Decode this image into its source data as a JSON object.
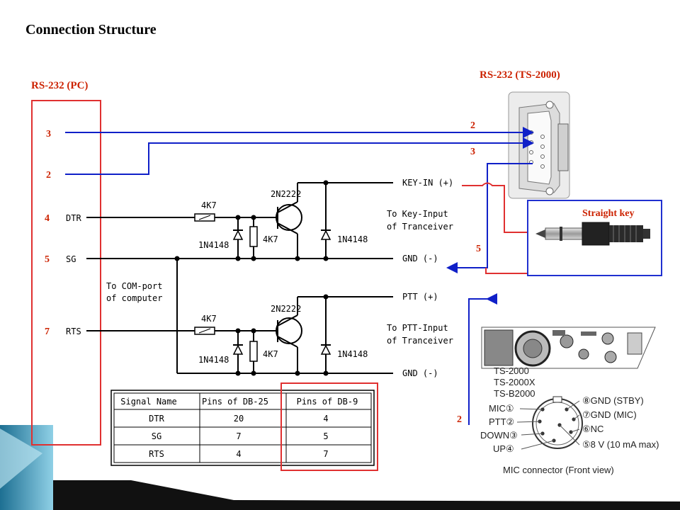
{
  "title": "Connection Structure",
  "pc_port": {
    "label": "RS-232 (PC)",
    "pins": [
      "3",
      "2",
      "4",
      "5",
      "7"
    ]
  },
  "radio_port": {
    "label": "RS-232 (TS-2000)",
    "pins": [
      "2",
      "3",
      "5"
    ]
  },
  "mic_pin_label": "2",
  "signals": [
    "DTR",
    "SG",
    "RTS"
  ],
  "com_note": [
    "To COM-port",
    "of computer"
  ],
  "circuit": {
    "resistor": "4K7",
    "diode": "1N4148",
    "transistor": "2N2222",
    "key_in": "KEY-IN (+)",
    "ptt": "PTT (+)",
    "gnd": "GND (-)",
    "key_note": [
      "To Key-Input",
      "of Tranceiver"
    ],
    "ptt_note": [
      "To PTT-Input",
      "of Tranceiver"
    ]
  },
  "straight_key_label": "Straight key",
  "mic_connector": {
    "models": [
      "TS-2000",
      "TS-2000X",
      "TS-B2000"
    ],
    "left_pins": [
      "MIC①",
      "PTT②",
      "DOWN③",
      "UP④"
    ],
    "right_pins": [
      "⑧GND (STBY)",
      "⑦GND (MIC)",
      "⑥NC",
      "⑤8 V (10 mA max)"
    ],
    "caption": "MIC connector (Front view)"
  },
  "pin_table": {
    "headers": [
      "Signal Name",
      "Pins of DB-25",
      "Pins of DB-9"
    ],
    "rows": [
      [
        "DTR",
        "20",
        "4"
      ],
      [
        "SG",
        "7",
        "5"
      ],
      [
        "RTS",
        "4",
        "7"
      ]
    ]
  },
  "colors": {
    "accent_red": "#e03030",
    "wire_blue": "#1020c8",
    "title_red": "#cc2200",
    "slide_teal": "#2a8fb0"
  }
}
